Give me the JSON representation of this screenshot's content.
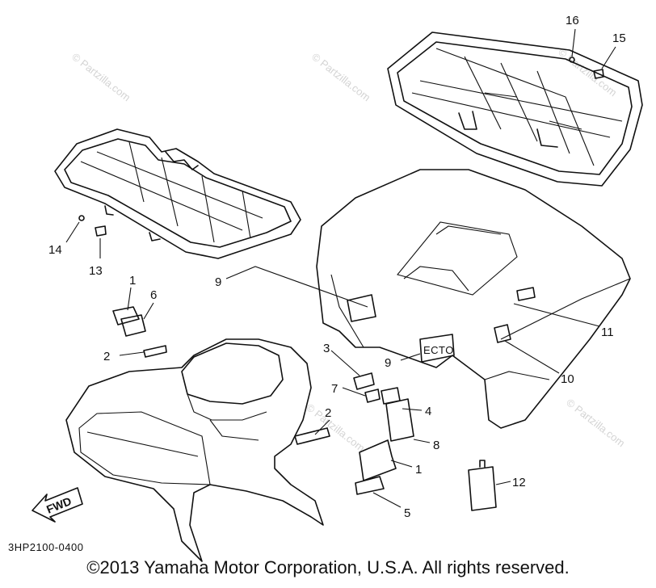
{
  "diagram": {
    "code": "3HP2100-0400",
    "copyright": "©2013 Yamaha Motor Corporation, U.S.A. All rights reserved.",
    "watermark": "© Partzilla.com",
    "direction_label": "FWD",
    "decal_text": "ECTO",
    "callouts": [
      "16",
      "15",
      "14",
      "13",
      "9",
      "1",
      "6",
      "2",
      "3",
      "7",
      "4",
      "2",
      "8",
      "1",
      "5",
      "9",
      "11",
      "10",
      "12"
    ]
  }
}
